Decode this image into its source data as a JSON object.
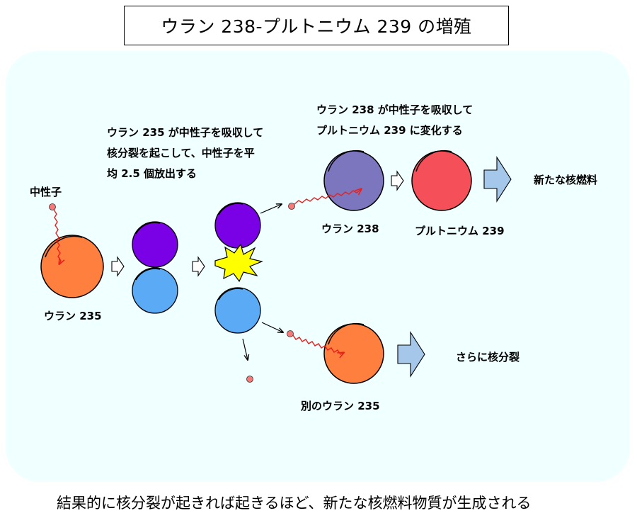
{
  "title": "ウラン 238-プルトニウム 239 の増殖",
  "labels": {
    "neutron": "中性子",
    "uranium235": "ウラン 235",
    "uranium238": "ウラン 238",
    "plutonium239": "プルトニウム 239",
    "another_uranium235": "別のウラン 235",
    "new_fuel": "新たな核燃料",
    "further_fission": "さらに核分裂"
  },
  "descriptions": {
    "fission": [
      "ウラン 235 が中性子を吸収して",
      "核分裂を起こして、中性子を平",
      "均 2.5 個放出する"
    ],
    "breeding": [
      "ウラン 238 が中性子を吸収して",
      "プルトニウム 239 に変化する"
    ]
  },
  "footer": "結果的に核分裂が起きれば起きるほど、新たな核燃料物質が生成される",
  "colors": {
    "background_panel": "#f0ffff",
    "uranium235": "#ff7f3f",
    "fragment_purple": "#7a00e6",
    "fragment_blue": "#5aaaf6",
    "uranium238": "#7b76bd",
    "plutonium239": "#f5505a",
    "neutron": "#f57a7a",
    "neutron_path": "#e8201e",
    "flash": "#ffff00",
    "arrow_fill": "#a5c8ea"
  }
}
